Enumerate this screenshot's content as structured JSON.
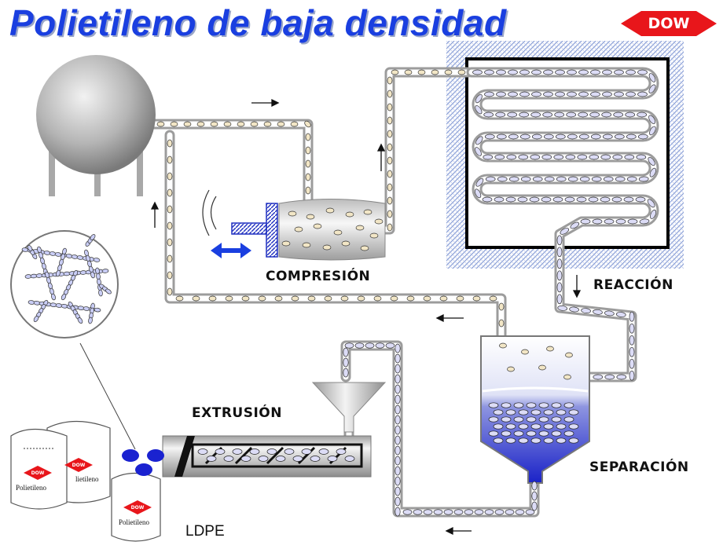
{
  "title": "Polietileno de baja densidad",
  "brand": {
    "name": "DOW",
    "color": "#e8161b"
  },
  "stages": {
    "compression": "COMPRESIÓN",
    "reaction": "REACCIÓN",
    "separation": "SEPARACIÓN",
    "extrusion": "EXTRUSIÓN"
  },
  "product": {
    "label": "LDPE",
    "bag_text": "Polietileno",
    "bag_text_partial": "lietileno",
    "bag_logo": "DOW"
  },
  "colors": {
    "title": "#1a3fe0",
    "pipe": "#9c9c9c",
    "arrow": "#1a3fe0",
    "reactor_hatch": "#8aa0d8",
    "separator_liquid": "#1a2ad0"
  },
  "icons": [
    "storage-tank-icon",
    "compressor-icon",
    "reactor-icon",
    "separator-icon",
    "hopper-icon",
    "extruder-icon",
    "bag-icon",
    "pellets-icon",
    "magnified-molecule-icon",
    "flow-arrow-icon",
    "vibration-icon"
  ]
}
